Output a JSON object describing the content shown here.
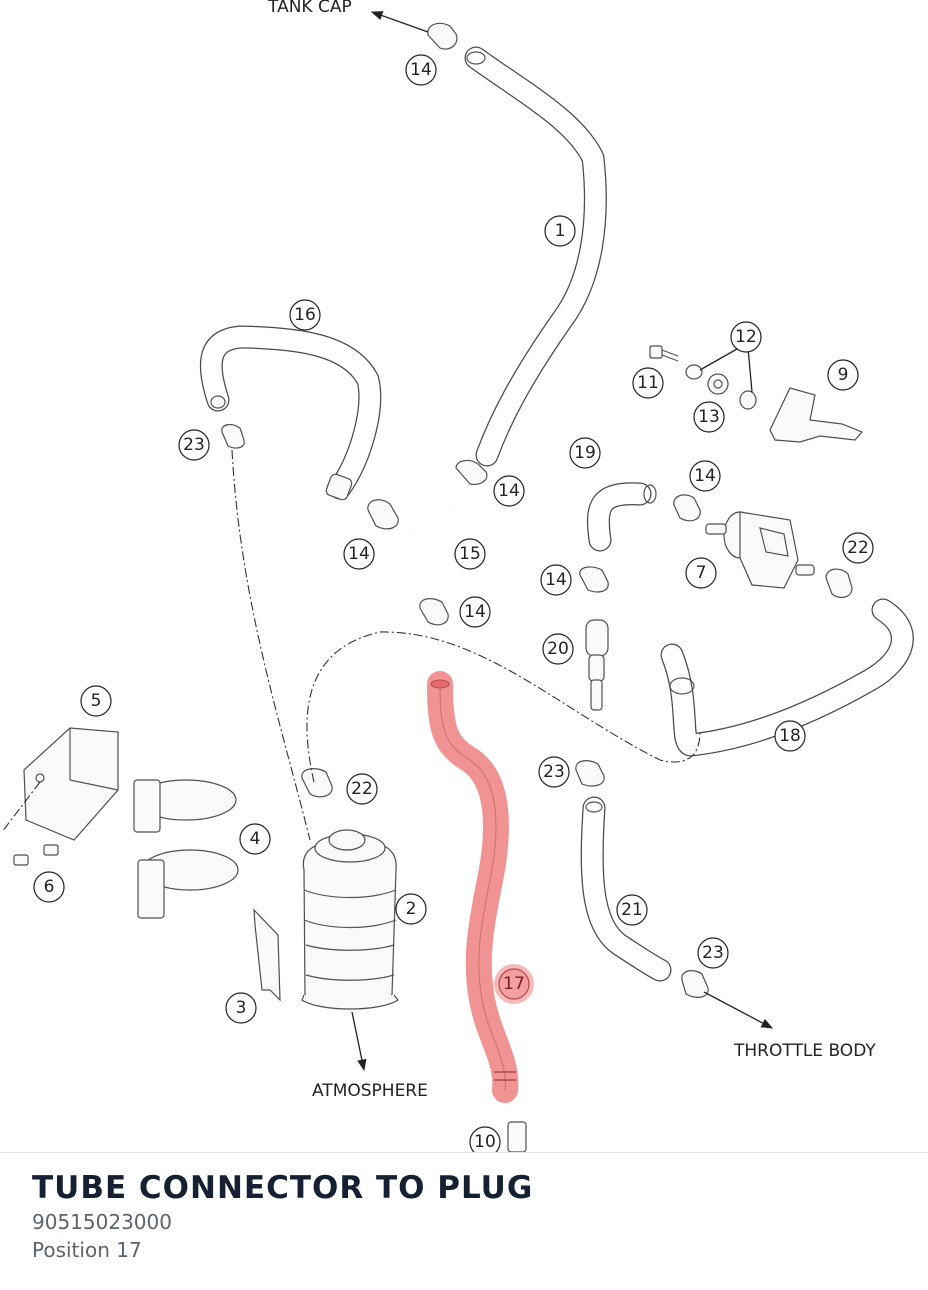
{
  "diagram": {
    "labels": {
      "tank_cap": "TANK CAP",
      "throttle_body": "THROTTLE BODY",
      "atmosphere": "ATMOSPHERE"
    },
    "callouts": [
      "1",
      "2",
      "3",
      "4",
      "5",
      "6",
      "7",
      "9",
      "10",
      "11",
      "12",
      "13",
      "14",
      "15",
      "16",
      "17",
      "18",
      "19",
      "20",
      "21",
      "22",
      "23"
    ],
    "highlighted_callout": "17",
    "highlight_color": "#f08080"
  },
  "part": {
    "title": "TUBE CONNECTOR TO PLUG",
    "number": "90515023000",
    "position": "Position 17"
  }
}
